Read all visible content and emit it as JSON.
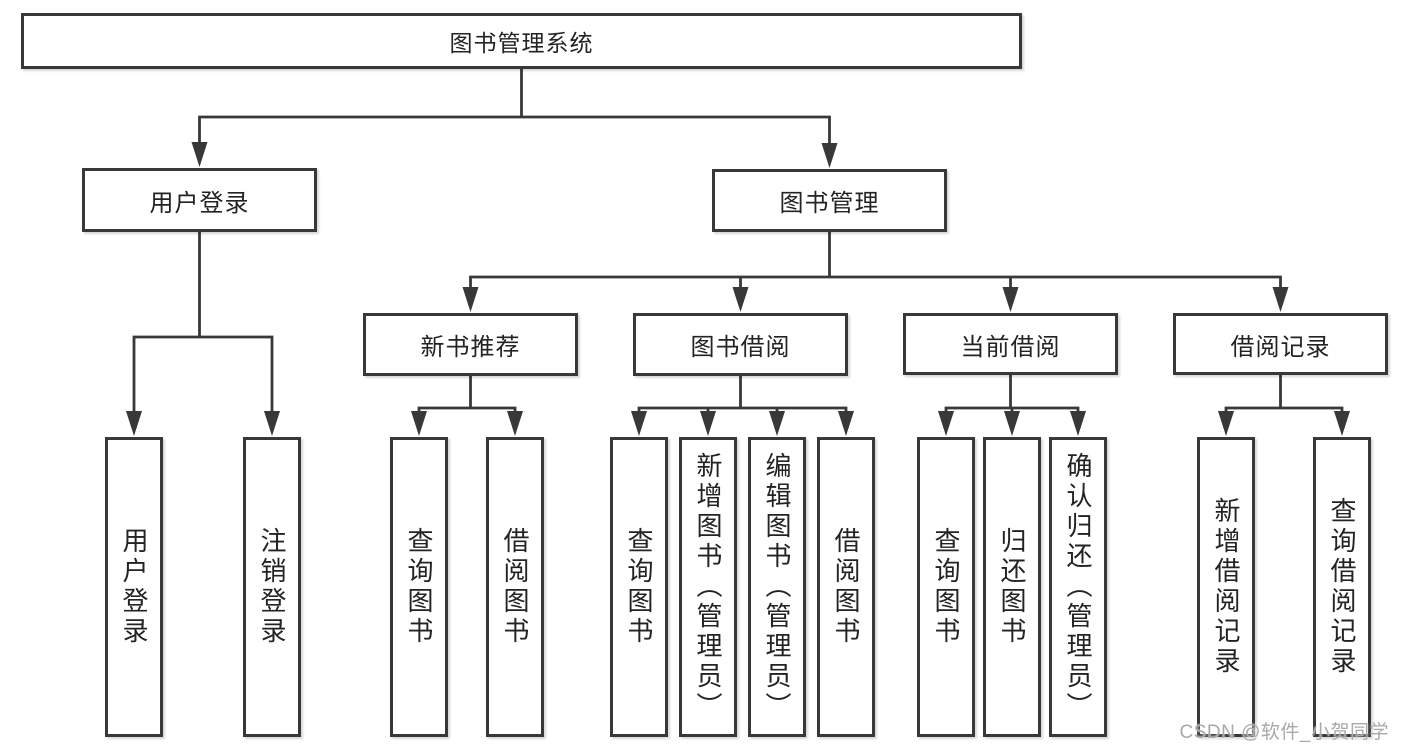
{
  "diagram": {
    "title": "图书管理系统",
    "level2": {
      "user_login": "用户登录",
      "book_mgmt": "图书管理"
    },
    "level3": {
      "new_books": "新书推荐",
      "borrowing": "图书借阅",
      "current": "当前借阅",
      "records": "借阅记录"
    },
    "leaves": {
      "login": [
        "用户登录",
        "注销登录"
      ],
      "new_books": [
        "查询图书",
        "借阅图书"
      ],
      "borrowing": [
        "查询图书",
        "新增图书（管理员）",
        "编辑图书（管理员）",
        "借阅图书"
      ],
      "current": [
        "查询图书",
        "归还图书",
        "确认归还（管理员）"
      ],
      "records": [
        "新增借阅记录",
        "查询借阅记录"
      ]
    },
    "watermark": "CSDN @软件_小贺同学",
    "colors": {
      "line": "#383838",
      "text": "#232323",
      "watermark": "#a9a9a9",
      "background": "#ffffff"
    }
  }
}
